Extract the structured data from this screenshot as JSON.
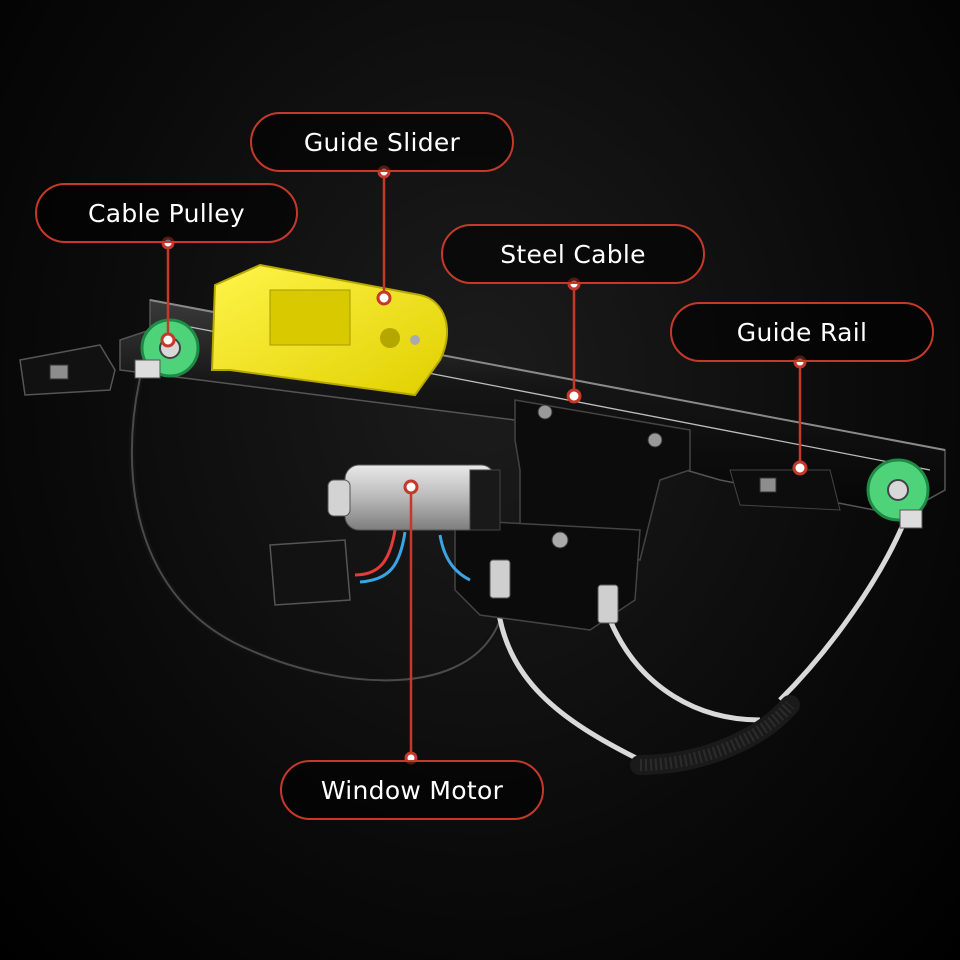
{
  "labels": {
    "guide_slider": "Guide Slider",
    "cable_pulley": "Cable Pulley",
    "steel_cable": "Steel Cable",
    "guide_rail": "Guide Rail",
    "window_motor": "Window Motor"
  },
  "colors": {
    "accent": "#c5392a",
    "slider": "#f4e800",
    "pulley": "#4fd37a",
    "background": "#000000"
  }
}
